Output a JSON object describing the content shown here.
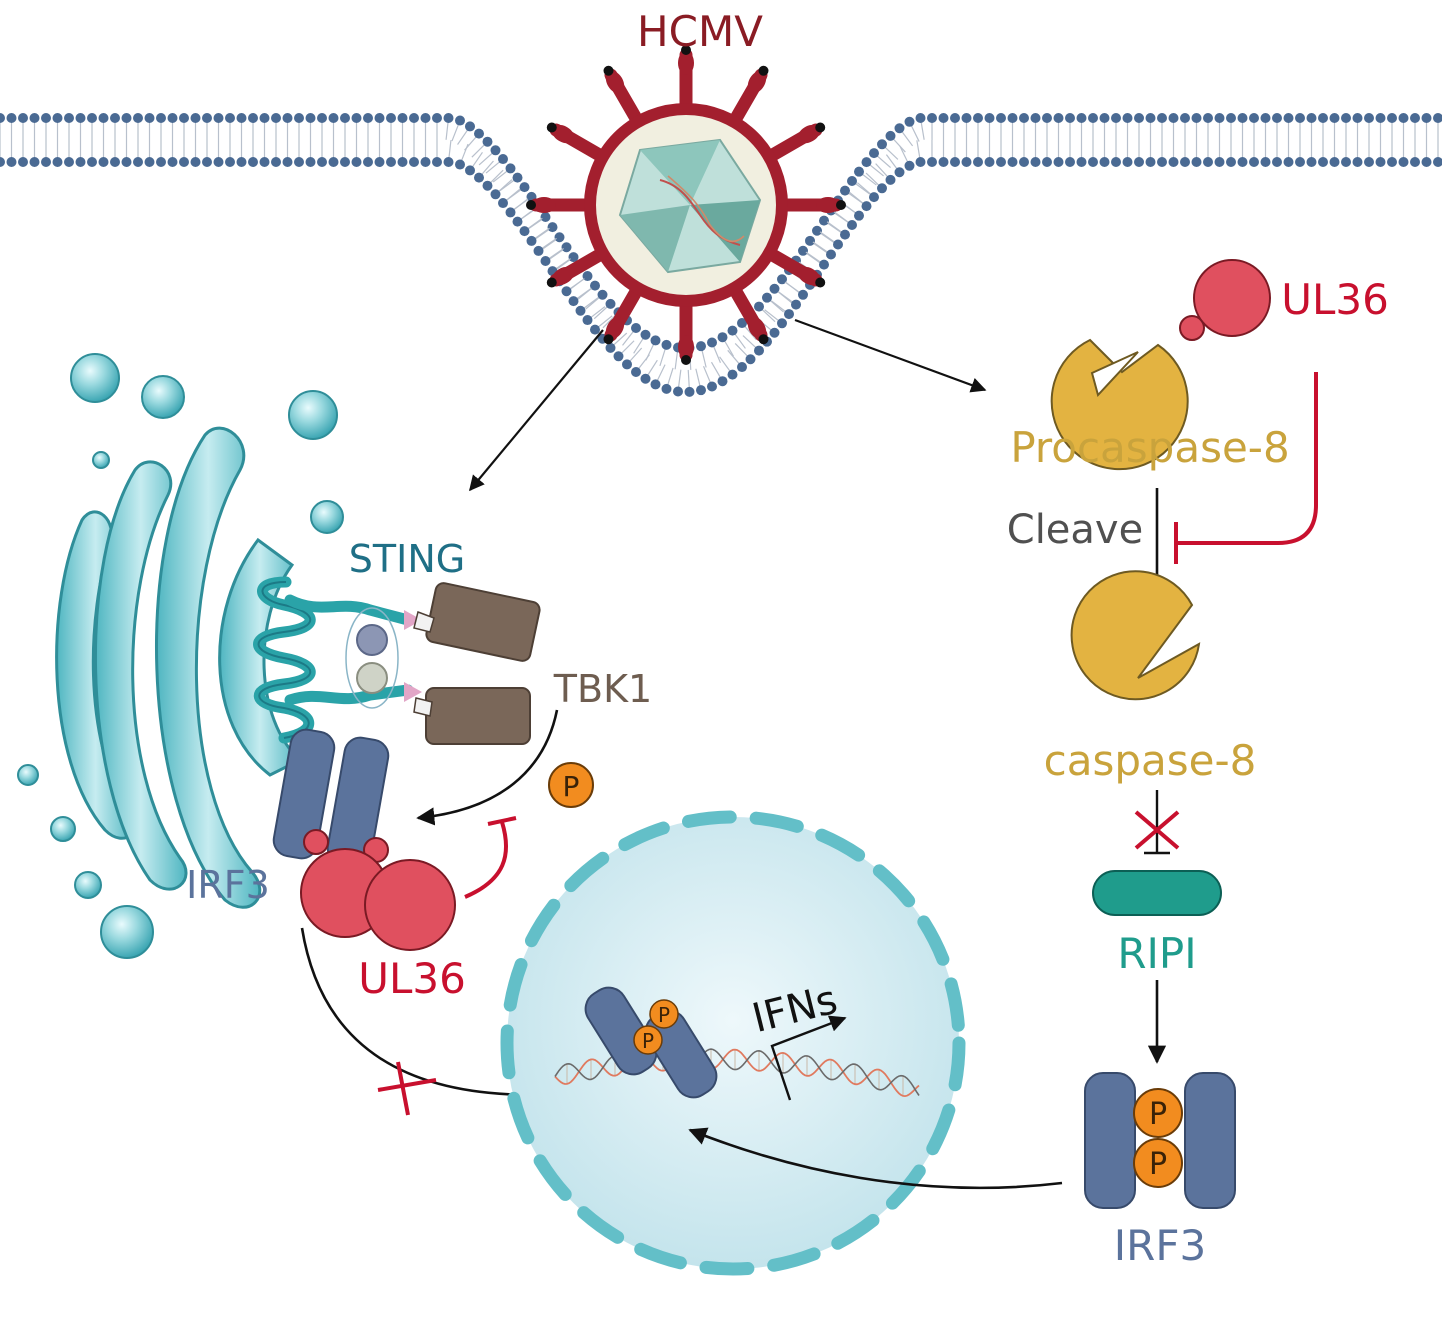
{
  "labels": {
    "virus": "HCMV",
    "sting": "STING",
    "tbk1": "TBK1",
    "irf3_left": "IRF3",
    "ul36_left": "UL36",
    "ul36_right": "UL36",
    "procaspase": "Procaspase-8",
    "cleave": "Cleave",
    "caspase": "caspase-8",
    "ripi": "RIPI",
    "irf3_right": "IRF3",
    "ifns": "IFNs",
    "p": "P"
  },
  "colors": {
    "membrane_head": "#4a6a93",
    "virus_red": "#a31f2e",
    "virus_label": "#8a1c24",
    "sting_teal": "#1f6f86",
    "golgi_teal": "#7ccbd2",
    "tbk1_brown": "#7a6759",
    "irf3_blue": "#5b739c",
    "ul36_red": "#e0505f",
    "inhibit_red": "#c8102e",
    "caspase_gold": "#e3b341",
    "caspase_label": "#c9a33c",
    "ripi_teal": "#1f9c8c",
    "phospho_orange": "#f28c1f",
    "nucleus_fill": "#d8eef3",
    "nucleus_border": "#63bfc8",
    "cleave_gray": "#505050"
  },
  "icons": [
    "hcmv-virion",
    "cell-membrane",
    "golgi-apparatus",
    "sting-dimer",
    "tbk1-dimer",
    "irf3-dimer",
    "ul36-protein",
    "procaspase-8-pacman",
    "caspase-8-pacman",
    "ripi-protein",
    "nucleus",
    "dna-helix",
    "phosphate",
    "inhibition-cross"
  ]
}
